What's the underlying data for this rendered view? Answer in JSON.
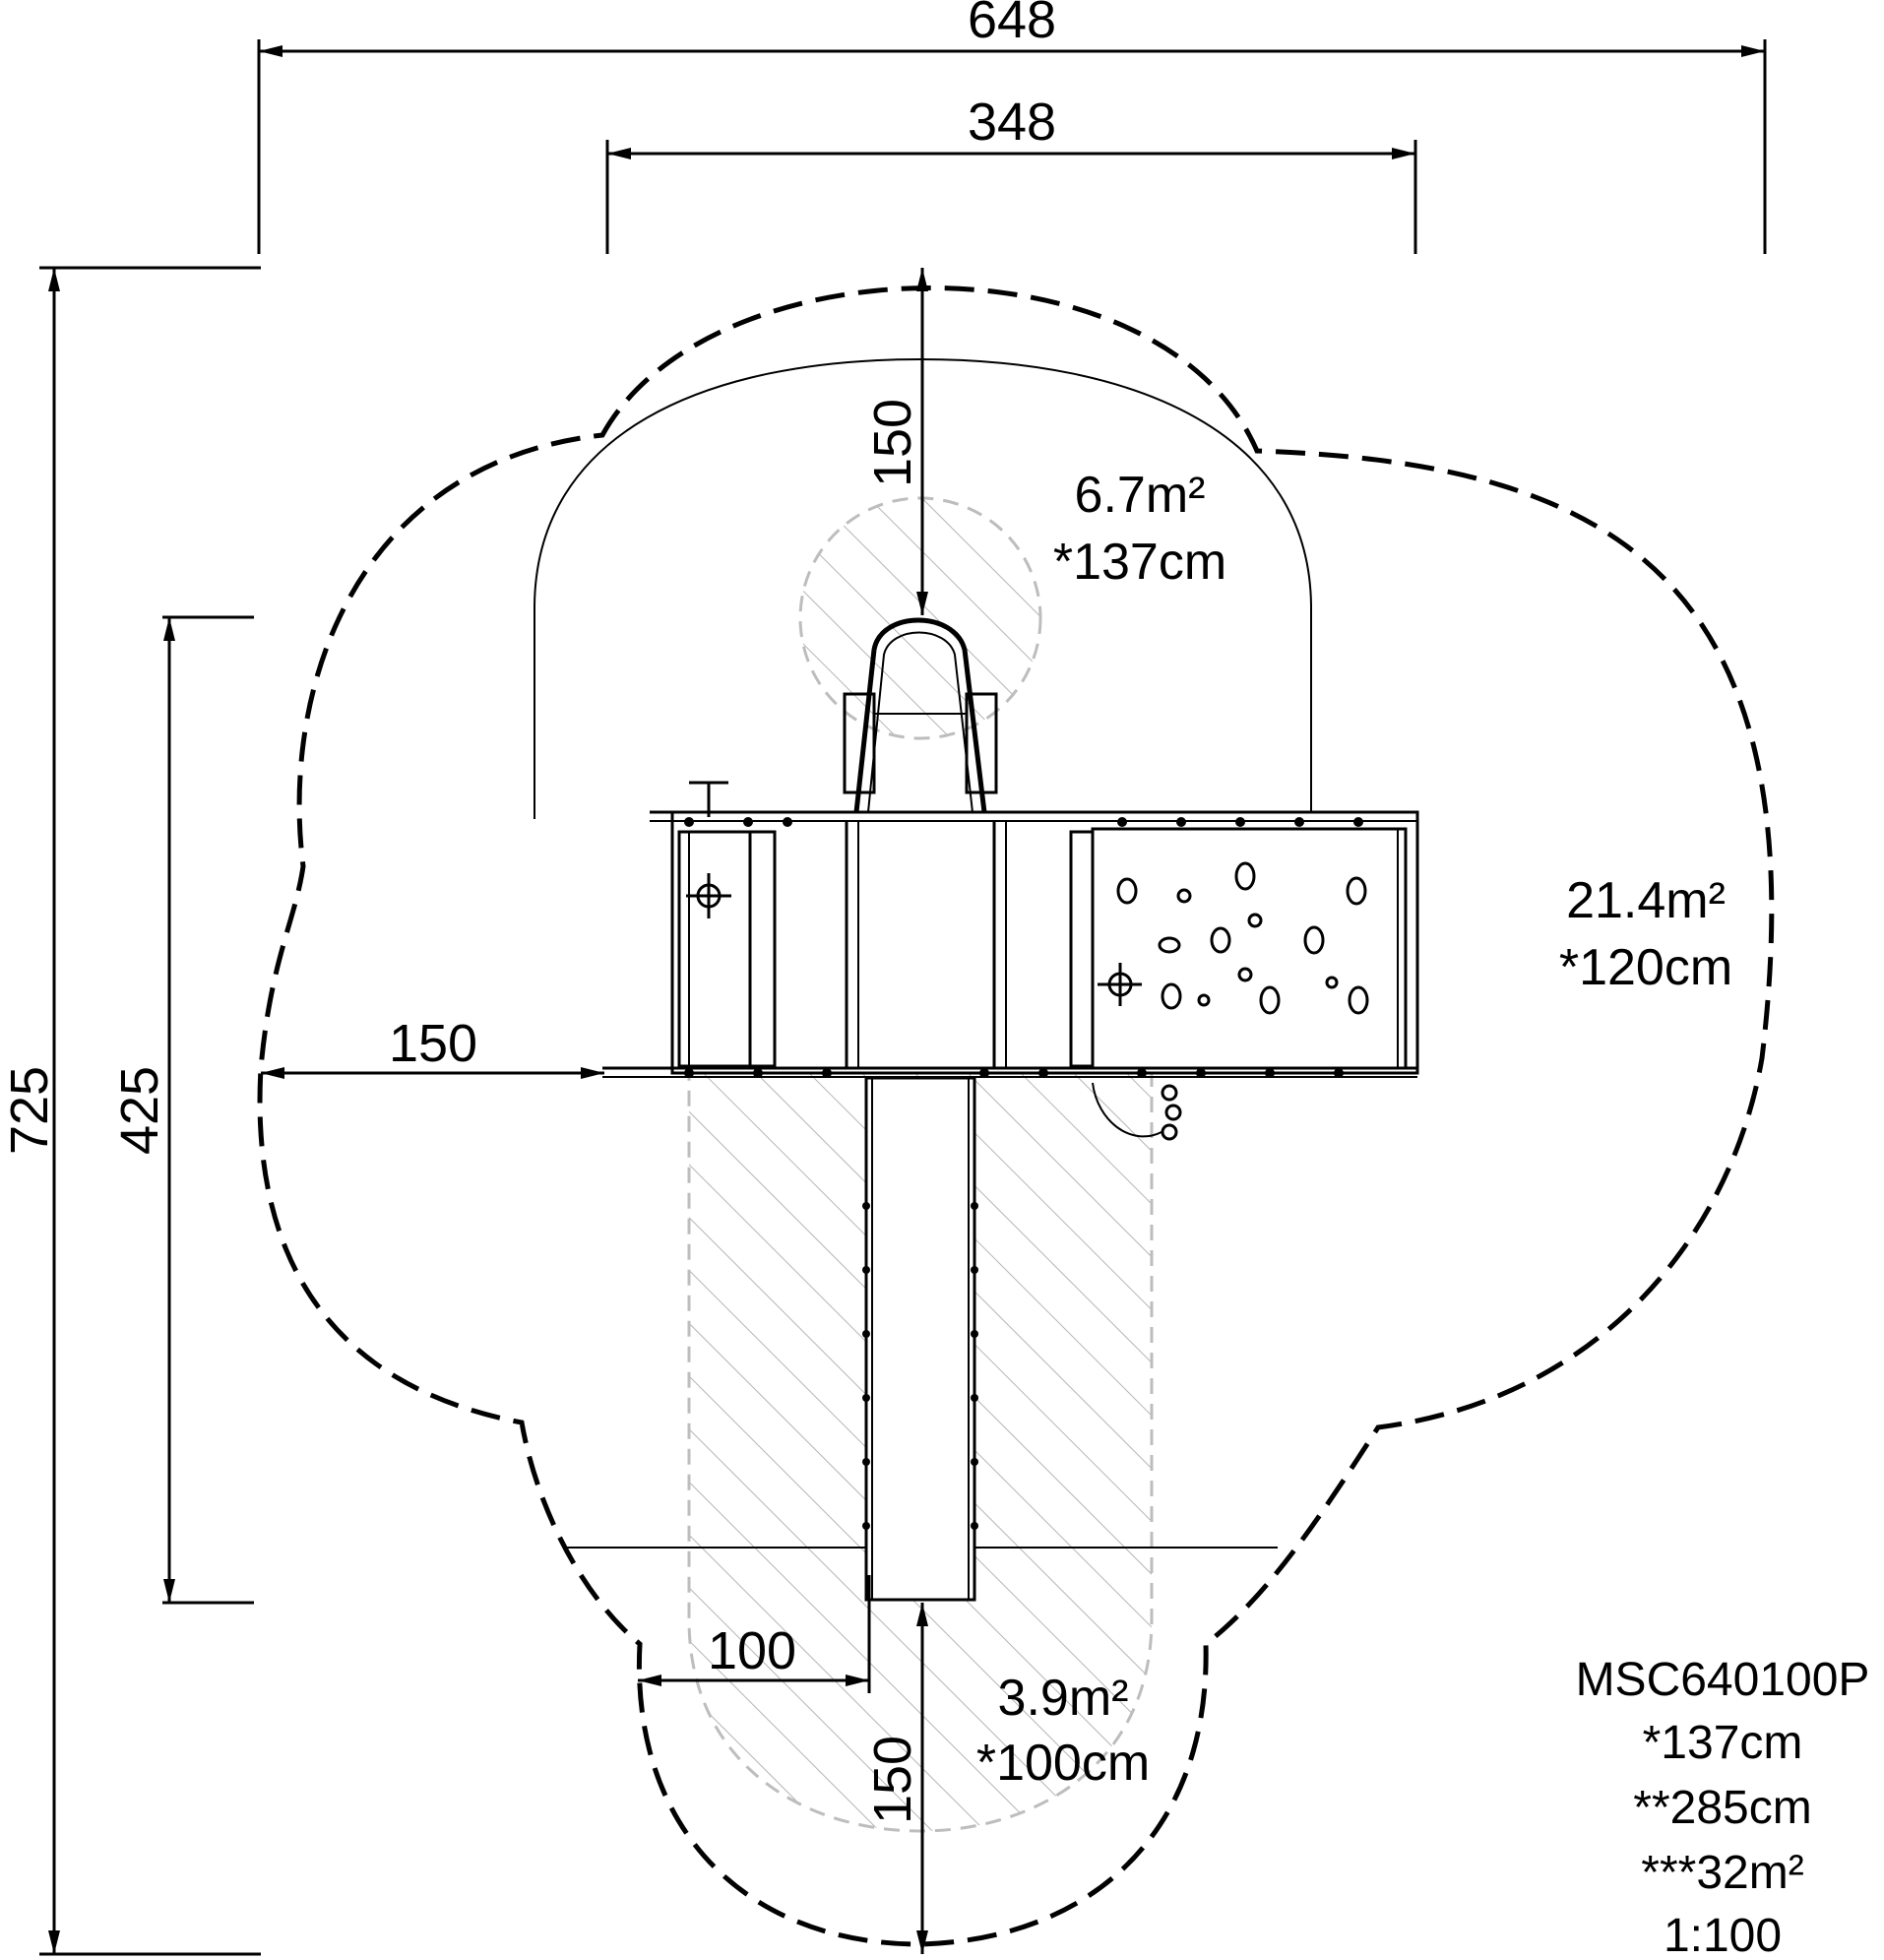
{
  "dimensions": {
    "overall_width": "648",
    "inner_width": "348",
    "overall_depth": "725",
    "structure_depth": "425",
    "clearance_top": "150",
    "clearance_left": "150",
    "clearance_bottom": "150",
    "slide_offset": "100"
  },
  "zones": [
    {
      "area": "6.7m²",
      "height": "*137cm"
    },
    {
      "area": "21.4m²",
      "height": "*120cm"
    },
    {
      "area": "3.9m²",
      "height": "*100cm"
    }
  ],
  "spec": {
    "model": "MSC640100P",
    "platform_height": "*137cm",
    "free_height": "**285cm",
    "impact_area": "***32m²",
    "scale": "1:100"
  },
  "colors": {
    "line": "#000000",
    "fall_zone": "#bdbdbd",
    "background": "#ffffff"
  }
}
